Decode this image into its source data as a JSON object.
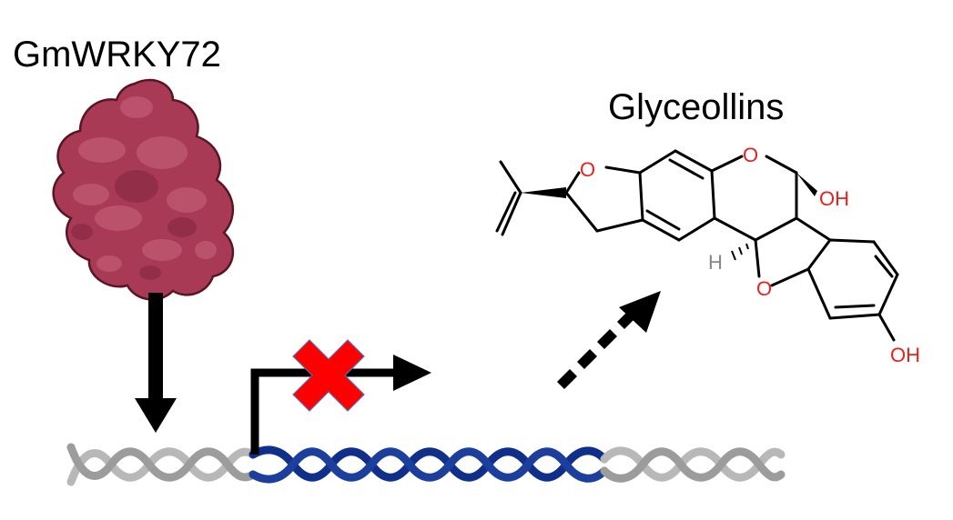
{
  "labels": {
    "protein": "GmWRKY72",
    "product": "Glyceollins"
  },
  "atoms": {
    "O1": "O",
    "O2": "O",
    "O3": "O",
    "OH1": "OH",
    "OH2": "OH",
    "H": "H"
  },
  "colors": {
    "protein": "#a83a55",
    "protein_dark": "#8a2a43",
    "promoter_blue": "#0f2f8a",
    "dna_gray": "#b8b8b8",
    "block_x": "#ff0000",
    "heteroatom_red": "#e8211c",
    "hydrogen_gray": "#888888",
    "arrow": "#000000"
  },
  "icons": [
    "protein-blob-icon",
    "down-arrow-icon",
    "promoter-arrow-icon",
    "block-x-icon",
    "dotted-arrow-icon",
    "dna-helix-icon",
    "glyceollin-structure-icon"
  ]
}
